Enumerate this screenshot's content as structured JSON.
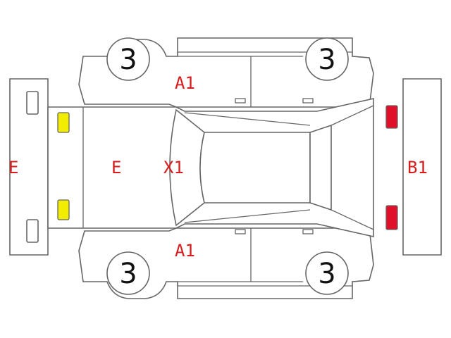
{
  "colors": {
    "outline": "#666666",
    "label": "#d81b1b",
    "front_light": "#f2ec00",
    "rear_light": "#e0102a"
  },
  "labels": {
    "front_bumper": "E",
    "bonnet": "E",
    "windshield": "X1",
    "roof_left_side": "A1",
    "roof_right_side": "A1",
    "rear_bumper": "B1"
  },
  "wheels": {
    "front_left": "3",
    "rear_left": "3",
    "front_right": "3",
    "rear_right": "3"
  }
}
